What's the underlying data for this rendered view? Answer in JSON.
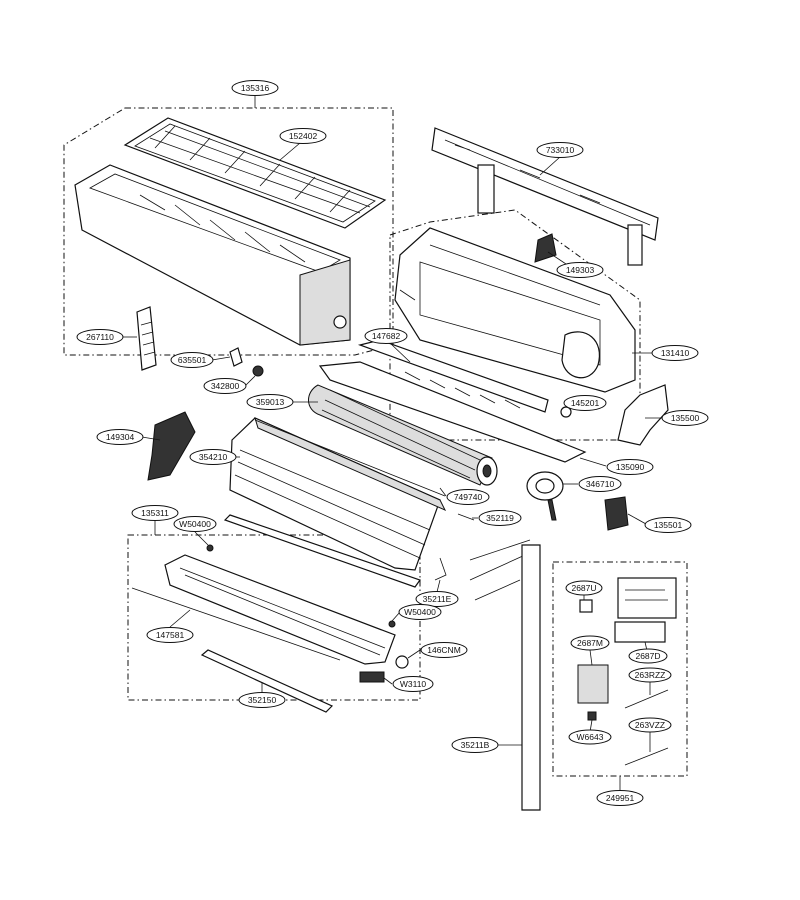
{
  "parts": [
    {
      "id": "p135316",
      "label": "135316"
    },
    {
      "id": "p152402",
      "label": "152402"
    },
    {
      "id": "p733010",
      "label": "733010"
    },
    {
      "id": "p149303",
      "label": "149303"
    },
    {
      "id": "p131410",
      "label": "131410"
    },
    {
      "id": "p267110",
      "label": "267110"
    },
    {
      "id": "p635501",
      "label": "635501"
    },
    {
      "id": "p147682",
      "label": "147682"
    },
    {
      "id": "p342800",
      "label": "342800"
    },
    {
      "id": "p359013",
      "label": "359013"
    },
    {
      "id": "p145201",
      "label": "145201"
    },
    {
      "id": "p135500",
      "label": "135500"
    },
    {
      "id": "p149304",
      "label": "149304"
    },
    {
      "id": "p354210",
      "label": "354210"
    },
    {
      "id": "p135090",
      "label": "135090"
    },
    {
      "id": "p346710",
      "label": "346710"
    },
    {
      "id": "p749740",
      "label": "749740"
    },
    {
      "id": "p135311",
      "label": "135311"
    },
    {
      "id": "p352119",
      "label": "352119"
    },
    {
      "id": "pW50400a",
      "label": "W50400"
    },
    {
      "id": "p135501",
      "label": "135501"
    },
    {
      "id": "p35211E",
      "label": "35211E"
    },
    {
      "id": "p2687U",
      "label": "2687U"
    },
    {
      "id": "pW50400b",
      "label": "W50400"
    },
    {
      "id": "p147581",
      "label": "147581"
    },
    {
      "id": "p2687M",
      "label": "2687M"
    },
    {
      "id": "p146CNM",
      "label": "146CNM"
    },
    {
      "id": "p2687D",
      "label": "2687D"
    },
    {
      "id": "pW3110",
      "label": "W3110"
    },
    {
      "id": "p263RZZ",
      "label": "263RZZ"
    },
    {
      "id": "p352150",
      "label": "352150"
    },
    {
      "id": "pW6643",
      "label": "W6643"
    },
    {
      "id": "p263VZZ",
      "label": "263VZZ"
    },
    {
      "id": "p35211B",
      "label": "35211B"
    },
    {
      "id": "p249951",
      "label": "249951"
    }
  ]
}
